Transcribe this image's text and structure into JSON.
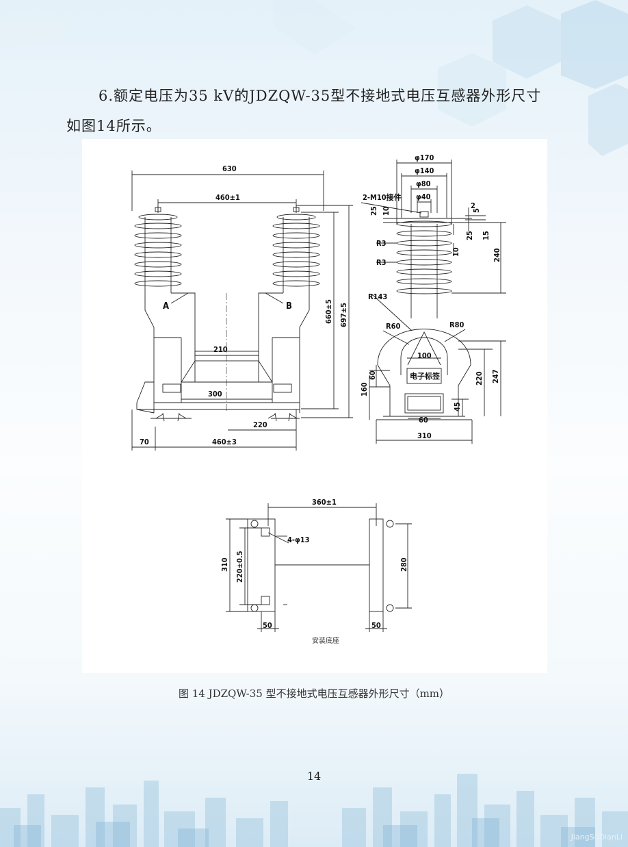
{
  "paragraph": {
    "line1": "6.额定电压为35  kV的JDZQW-35型不接地式电压互感器外形尺寸",
    "line2": "如图14所示。"
  },
  "figure": {
    "front_view": {
      "overall_width": "630",
      "terminal_spacing": "460±1",
      "terminal_a": "A",
      "terminal_b": "B",
      "inner_width": "210",
      "base_width": "300",
      "offset_left": "70",
      "mount_spacing": "460±3",
      "offset_right": "220",
      "height_to_terminal": "660±5",
      "overall_height": "697±5"
    },
    "side_view": {
      "dia_170": "φ170",
      "dia_140": "φ140",
      "dia_80": "φ80",
      "dia_40": "φ40",
      "bolt": "2-M10接件",
      "d25a": "25",
      "d10a": "10",
      "d2": "2",
      "d5": "5",
      "d25b": "25",
      "d15": "15",
      "d10b": "10",
      "r3a": "R3",
      "r3b": "R3",
      "d240": "240",
      "r143": "R143",
      "r60": "R60",
      "r80": "R80",
      "d100": "100",
      "label": "电子标签",
      "d60a": "60",
      "d160": "160",
      "d220": "220",
      "d247": "247",
      "d45": "45",
      "d60b": "60",
      "d310": "310"
    },
    "base_view": {
      "spacing": "360±1",
      "holes": "4-φ13",
      "outer_height": "310",
      "hole_spacing": "220±0.5",
      "right_height": "280",
      "left_width": "50",
      "right_width": "50",
      "title": "安装底座"
    }
  },
  "caption": "图 14   JDZQW-35 型不接地式电压互感器外形尺寸（mm）",
  "page_number": "14",
  "watermark": "JiangSuDianLi"
}
